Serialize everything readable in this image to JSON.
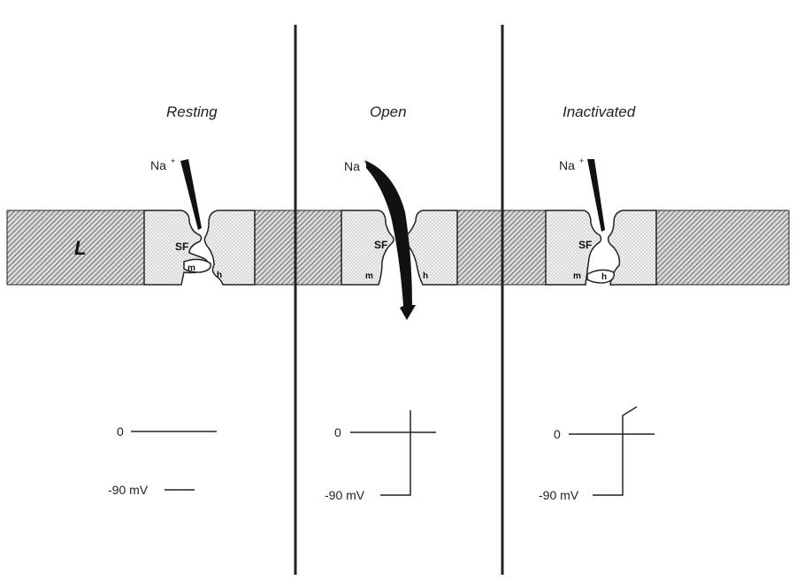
{
  "panels": [
    {
      "title": "Resting",
      "ion": "Na",
      "ion_charge": "+",
      "sf_label": "SF",
      "m_label": "m",
      "h_label": "h",
      "zero_label": "0",
      "mv_label": "-90 mV"
    },
    {
      "title": "Open",
      "ion": "Na",
      "ion_charge": "+",
      "sf_label": "SF",
      "m_label": "m",
      "h_label": "h",
      "zero_label": "0",
      "mv_label": "-90 mV"
    },
    {
      "title": "Inactivated",
      "ion": "Na",
      "ion_charge": "+",
      "sf_label": "SF",
      "m_label": "m",
      "h_label": "h",
      "zero_label": "0",
      "mv_label": "-90 mV"
    }
  ],
  "membrane_label": "L",
  "colors": {
    "ink": "#222222",
    "hatch": "#555555",
    "stipple": "#888888",
    "paper": "#ffffff"
  }
}
